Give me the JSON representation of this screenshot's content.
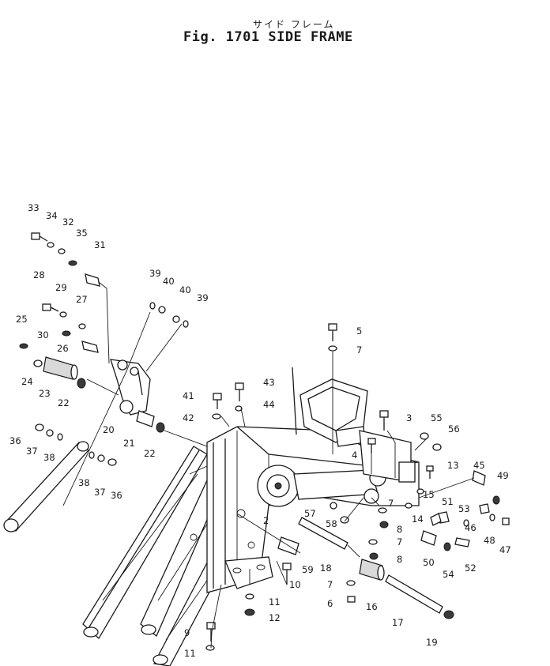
{
  "header": {
    "japanese_title": "サイド フレーム",
    "title": "Fig. 1701   SIDE FRAME"
  },
  "callouts": [
    "33",
    "34",
    "32",
    "35",
    "31",
    "28",
    "29",
    "27",
    "25",
    "30",
    "26",
    "24",
    "23",
    "22",
    "20",
    "21",
    "22",
    "36",
    "37",
    "38",
    "38",
    "37",
    "36",
    "39",
    "40",
    "40",
    "39",
    "41",
    "42",
    "43",
    "44",
    "5",
    "7",
    "3",
    "55",
    "56",
    "4",
    "13",
    "45",
    "49",
    "15",
    "14",
    "51",
    "53",
    "46",
    "48",
    "47",
    "57",
    "58",
    "2",
    "7",
    "8",
    "7",
    "8",
    "50",
    "52",
    "54",
    "59",
    "18",
    "10",
    "7",
    "6",
    "16",
    "11",
    "12",
    "17",
    "19",
    "9",
    "11"
  ]
}
